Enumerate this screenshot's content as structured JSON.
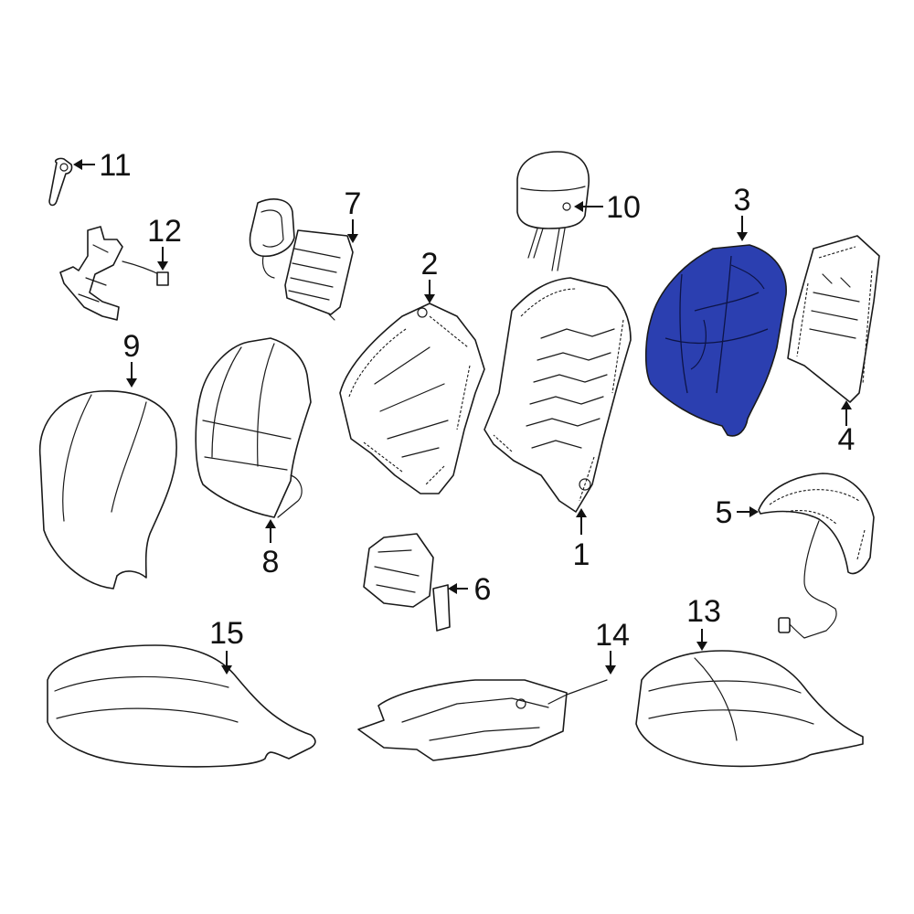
{
  "diagram": {
    "highlight_color": "#2b3fb0",
    "line_color": "#1a1a1a",
    "background": "#ffffff",
    "callouts": [
      {
        "id": "c1",
        "label": "1"
      },
      {
        "id": "c2",
        "label": "2"
      },
      {
        "id": "c3",
        "label": "3"
      },
      {
        "id": "c4",
        "label": "4"
      },
      {
        "id": "c5",
        "label": "5"
      },
      {
        "id": "c6",
        "label": "6"
      },
      {
        "id": "c7",
        "label": "7"
      },
      {
        "id": "c8",
        "label": "8"
      },
      {
        "id": "c9",
        "label": "9"
      },
      {
        "id": "c10",
        "label": "10"
      },
      {
        "id": "c11",
        "label": "11"
      },
      {
        "id": "c12",
        "label": "12"
      },
      {
        "id": "c13",
        "label": "13"
      },
      {
        "id": "c14",
        "label": "14"
      },
      {
        "id": "c15",
        "label": "15"
      }
    ]
  }
}
